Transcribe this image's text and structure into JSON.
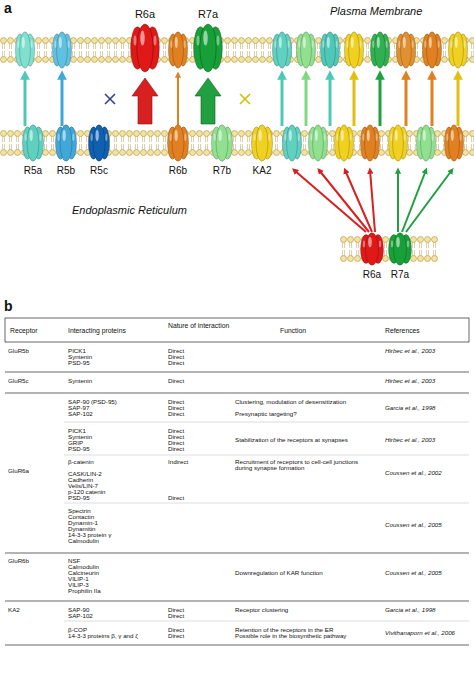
{
  "diagram": {
    "nodes": [
      {
        "text": [
          "R6a"
        ]
      },
      {
        "text": [
          "R7a"
        ]
      },
      {
        "text": [
          "R5a"
        ]
      },
      {
        "text": [
          "R5b"
        ]
      },
      {
        "text": [
          "R5c"
        ]
      },
      {
        "text": [
          "R6b"
        ]
      },
      {
        "text": [
          "R7b"
        ]
      },
      {
        "text": [
          "KA2"
        ]
      },
      {
        "text": [
          "R6a"
        ]
      },
      {
        "text": [
          "R7a"
        ]
      }
    ],
    "labels": [
      "a",
      "Plasma Membrane",
      "Endoplasmic Reticulum",
      "b",
      "Receptor",
      "Interacting proteins",
      "Nature of interaction",
      "Function",
      "References",
      "GluR5b",
      "PICK1",
      "Syntenin",
      "PSD-95",
      "Direct",
      "Direct",
      "Direct",
      "Hirbec et al., 2003",
      "GluR5c",
      "Syntenin",
      "Direct",
      "Hirbec et al., 2003",
      "SAP-90 (PSD-95)",
      "SAP-97",
      "SAP-102",
      "Direct",
      "Direct",
      "Direct",
      "Clustering, modulation of desensitization",
      "Presynaptic targeting?",
      "Garcia et al., 1998",
      "PICK1",
      "Syntenin",
      "GRIP",
      "PSD-95",
      "Direct",
      "Direct",
      "Direct",
      "Direct",
      "Stabilization of the receptors at synapses",
      "Hirbec et al., 2003",
      "GluR6a",
      "β-catenin",
      "Indirect",
      "Recruitment of receptors to cell-cell junctions during synapse formation",
      "CASK/LIN-2",
      "Cadherin",
      "Velis/LIN-7",
      "p-120 catenin",
      "PSD-95",
      "Direct",
      "Coussen et al., 2002",
      "Spectrin",
      "Contactin",
      "Dynamin-1",
      "Dynamitin",
      "14-3-3 protein γ",
      "Calmodulin",
      "Coussen et al., 2005",
      "GluR6b",
      "NSF",
      "Calmodulin",
      "Calcineurin",
      "VILIP-1",
      "VILIP-3",
      "Prophilin IIa",
      "Downregulation of KAR function",
      "Coussen et al., 2005",
      "KA2",
      "SAP-90",
      "SAP-102",
      "Direct",
      "Direct",
      "Receptor clustering",
      "Garcia et al., 1998",
      "β-COP",
      "14-3-3 proteins β, γ and ζ",
      "Direct",
      "Direct",
      "Retention of the receptors in the ER",
      "Possible role in the biosynthetic pathway",
      "Vivithanaporn et al., 2006"
    ]
  }
}
